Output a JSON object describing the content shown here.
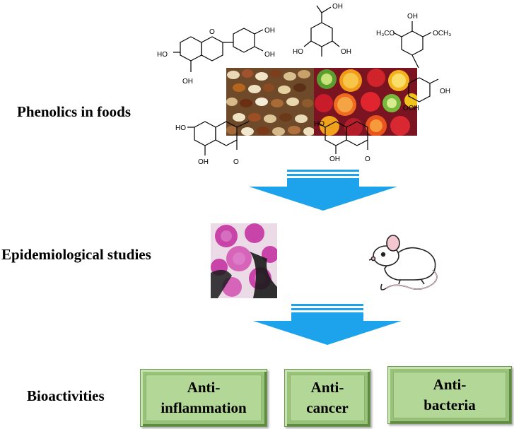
{
  "stages": {
    "foods_label": "Phenolics in foods",
    "studies_label": "Epidemiological studies",
    "bioactivities_label": "Bioactivities"
  },
  "bioactivities": [
    {
      "line1": "Anti-",
      "line2": "inflammation"
    },
    {
      "line1": "Anti-",
      "line2": "cancer"
    },
    {
      "line1": "Anti-",
      "line2": "bacteria"
    }
  ],
  "chemistry": {
    "oh": "OH",
    "ho": "HO",
    "o": "O",
    "ooh": "OOH",
    "cooh": "OH",
    "ch3o_left": "H₃CO",
    "ch3o_right": "OCH₃"
  },
  "colors": {
    "arrow": "#1ca3ec",
    "box_fill": "#b2d796",
    "box_border": "#6f9a4f",
    "stain": "#c2299c"
  },
  "icons": [
    "flow-arrow-icon",
    "mouse-icon",
    "legume-photo",
    "fruit-photo",
    "tissue-slide-photo"
  ]
}
